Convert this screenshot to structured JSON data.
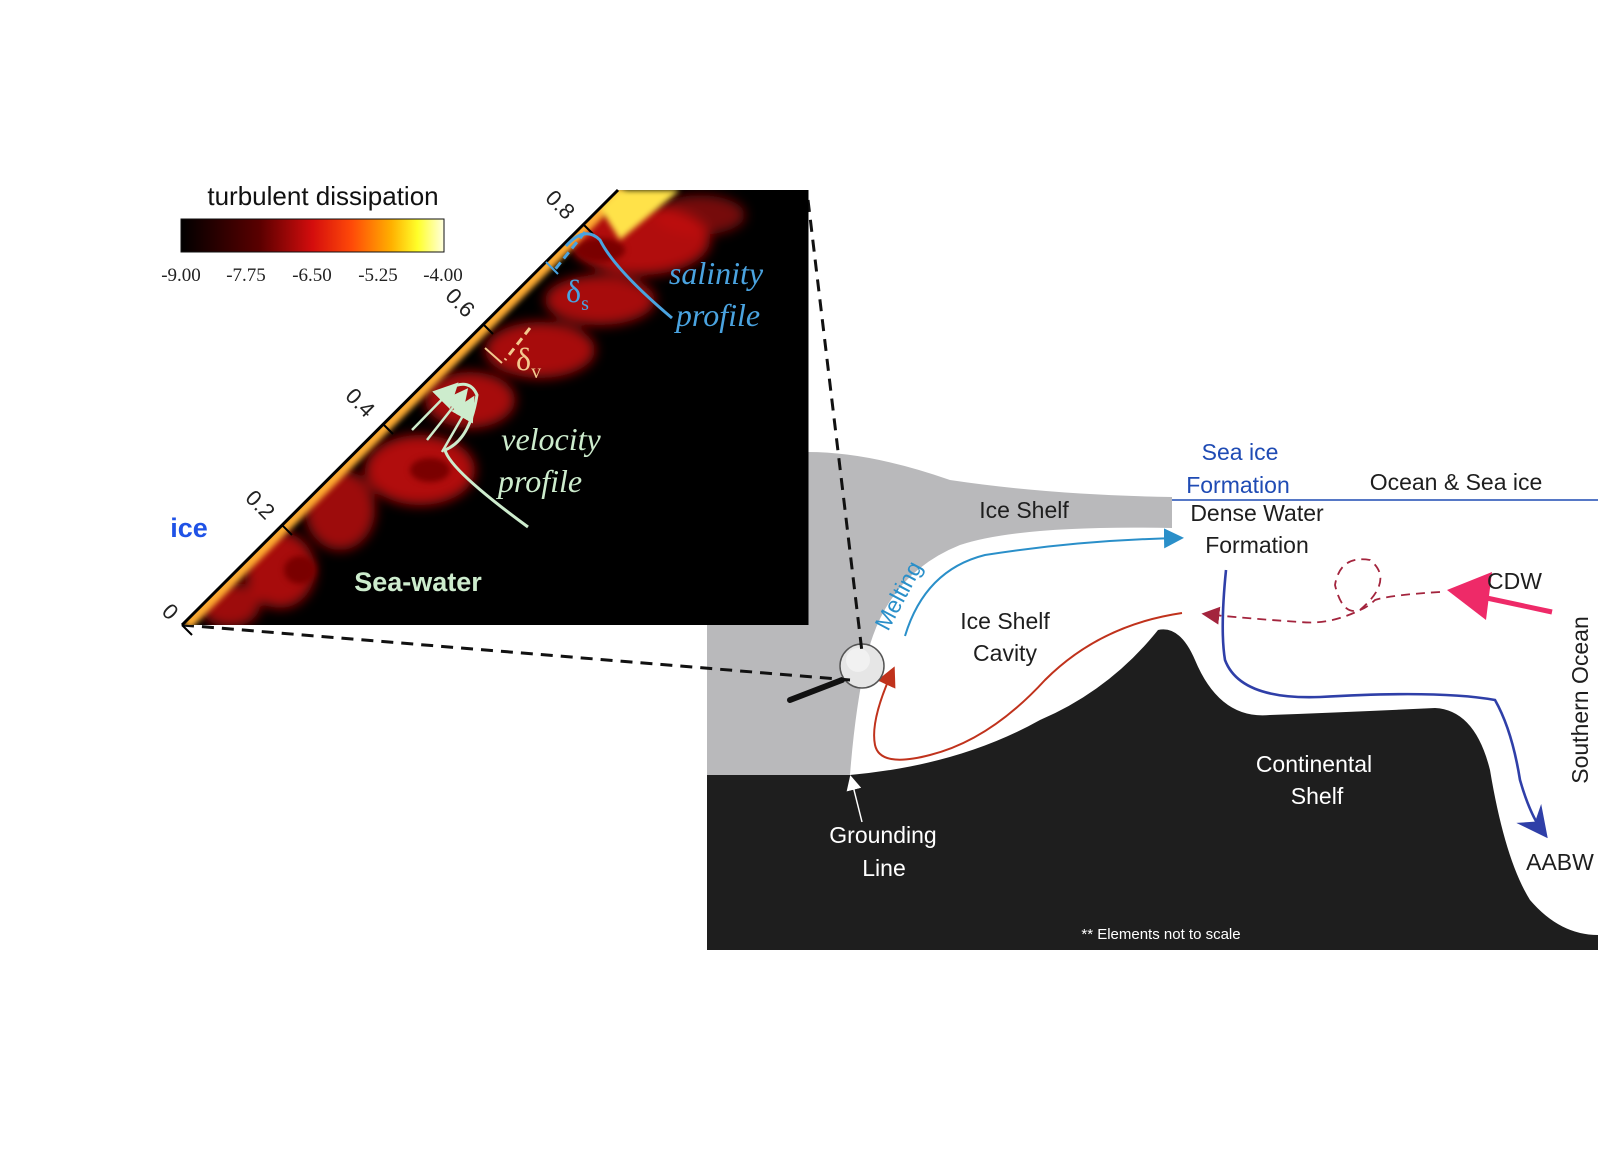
{
  "inset": {
    "colorbar_title": "turbulent dissipation",
    "colorbar_ticks": [
      "-9.00",
      "-7.75",
      "-6.50",
      "-5.25",
      "-4.00"
    ],
    "axis_ticks": [
      "0",
      "0.2",
      "0.4",
      "0.6",
      "0.8"
    ],
    "label_ice": "ice",
    "label_seawater": "Sea-water",
    "salinity_line1": "salinity",
    "salinity_line2": "profile",
    "velocity_line1": "velocity",
    "velocity_line2": "profile",
    "delta_s": "δ",
    "delta_s_sub": "s",
    "delta_v": "δ",
    "delta_v_sub": "v",
    "colors": {
      "salinity": "#4aa3e0",
      "velocity": "#cdeccd",
      "delta_v": "#f3c98f",
      "ice_label": "#1f52e6"
    }
  },
  "schematic": {
    "ice_shelf": "Ice Shelf",
    "sea_ice_line1": "Sea ice",
    "sea_ice_line2": "Formation",
    "ocean_sea_ice": "Ocean & Sea ice",
    "dense_line1": "Dense Water",
    "dense_line2": "Formation",
    "melting": "Melting",
    "cavity_line1": "Ice Shelf",
    "cavity_line2": "Cavity",
    "cdw": "CDW",
    "southern_ocean": "Southern Ocean",
    "continental_line1": "Continental",
    "continental_line2": "Shelf",
    "grounding_line1": "Grounding",
    "grounding_line2": "Line",
    "aabw": "AABW",
    "note": "** Elements not to scale",
    "colors": {
      "ice": "#b9b9bb",
      "land": "#1e1e1e",
      "meltwater_flow": "#2a8fc9",
      "warm_flow": "#c0321c",
      "cdw_arrow": "#ee2a68",
      "dense_flow": "#2f3fa8",
      "cdw_dashed": "#a3243d",
      "blue_text": "#1f4bb4"
    }
  }
}
